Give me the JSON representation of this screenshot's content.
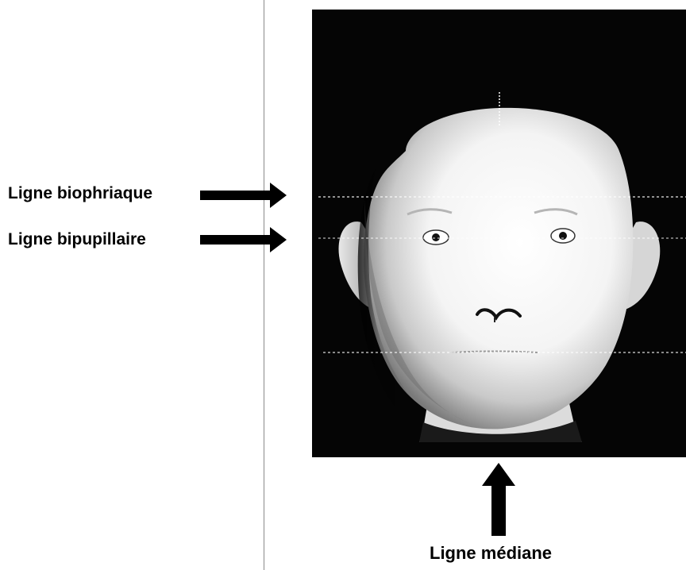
{
  "labels": {
    "biophriaque": "Ligne biophriaque",
    "bipupillaire": "Ligne bipupillaire",
    "mediane": "Ligne médiane"
  },
  "colors": {
    "text": "#000000",
    "arrow": "#000000",
    "photo_background": "#050505",
    "reference_line": "#ffffff",
    "divider": "#8a8a8a"
  },
  "icons": {
    "right_arrow": "right-arrow-icon",
    "up_arrow": "up-arrow-icon"
  }
}
